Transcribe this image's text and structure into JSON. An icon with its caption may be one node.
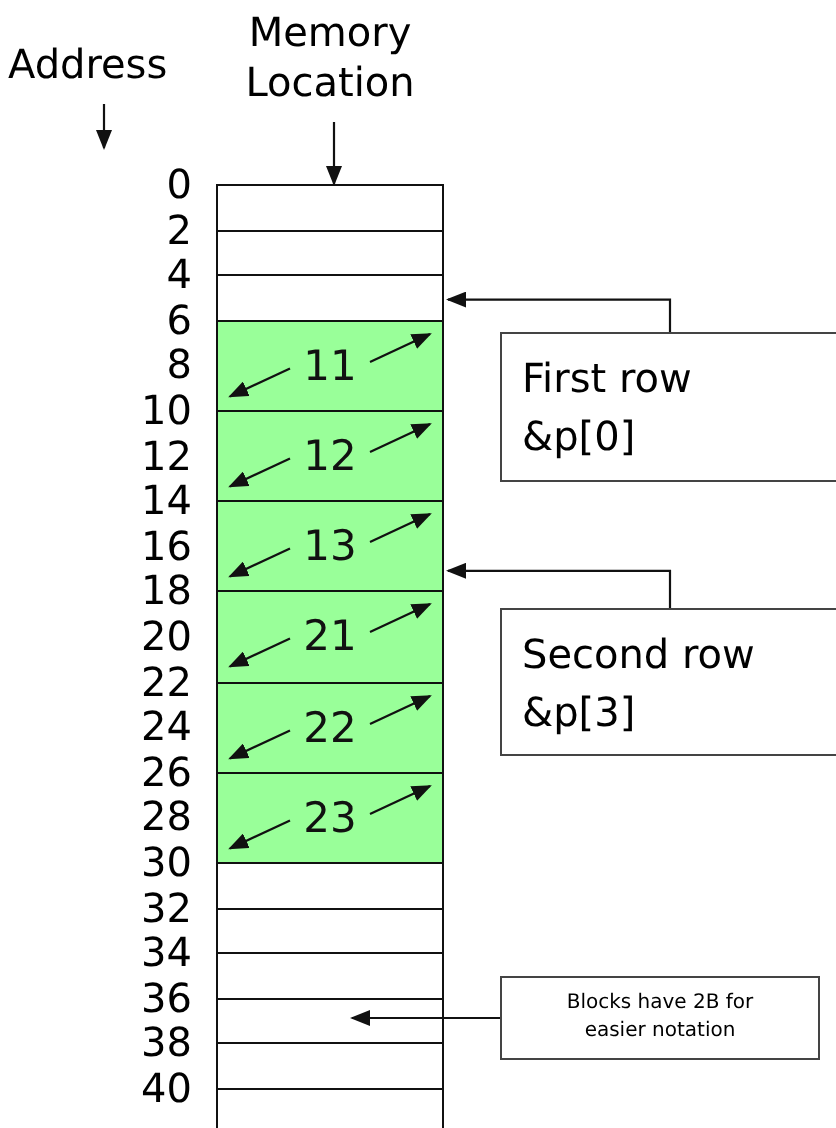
{
  "diagram": {
    "nodes": [
      {
        "text": [
          "Memory Location"
        ]
      },
      {
        "text": [],
        "shape": "box"
      },
      {
        "text": [],
        "shape": "box"
      },
      {
        "text": [],
        "shape": "box"
      },
      {
        "text": [
          "11"
        ]
      },
      {
        "text": [
          "12"
        ]
      },
      {
        "text": [
          "13"
        ]
      },
      {
        "text": [
          "21"
        ]
      },
      {
        "text": [
          "22"
        ]
      },
      {
        "text": [
          "23"
        ]
      },
      {
        "text": [],
        "shape": "box"
      },
      {
        "text": [],
        "shape": "box"
      },
      {
        "text": [],
        "shape": "box"
      },
      {
        "text": [],
        "shape": "box"
      },
      {
        "text": [],
        "shape": "box"
      },
      {
        "text": [],
        "shape": "box"
      },
      {
        "text": [
          "First row",
          "&p[0]"
        ]
      },
      {
        "text": [
          "Second row",
          "&p[3]"
        ]
      },
      {
        "text": [
          "Blocks have 2B for easier notation"
        ]
      }
    ],
    "edges": [
      {
        "from": 0,
        "to": 1,
        "arrow": "to"
      },
      {
        "from": 16,
        "to": 4,
        "arrow": "to"
      },
      {
        "from": 17,
        "to": 7,
        "arrow": "to"
      },
      {
        "from": 18,
        "to": 13,
        "arrow": "to"
      }
    ],
    "labels": [
      "Address",
      "0",
      "2",
      "4",
      "6",
      "8",
      "10",
      "12",
      "14",
      "16",
      "18",
      "20",
      "22",
      "24",
      "26",
      "28",
      "30",
      "32",
      "34",
      "36",
      "38",
      "40"
    ]
  }
}
